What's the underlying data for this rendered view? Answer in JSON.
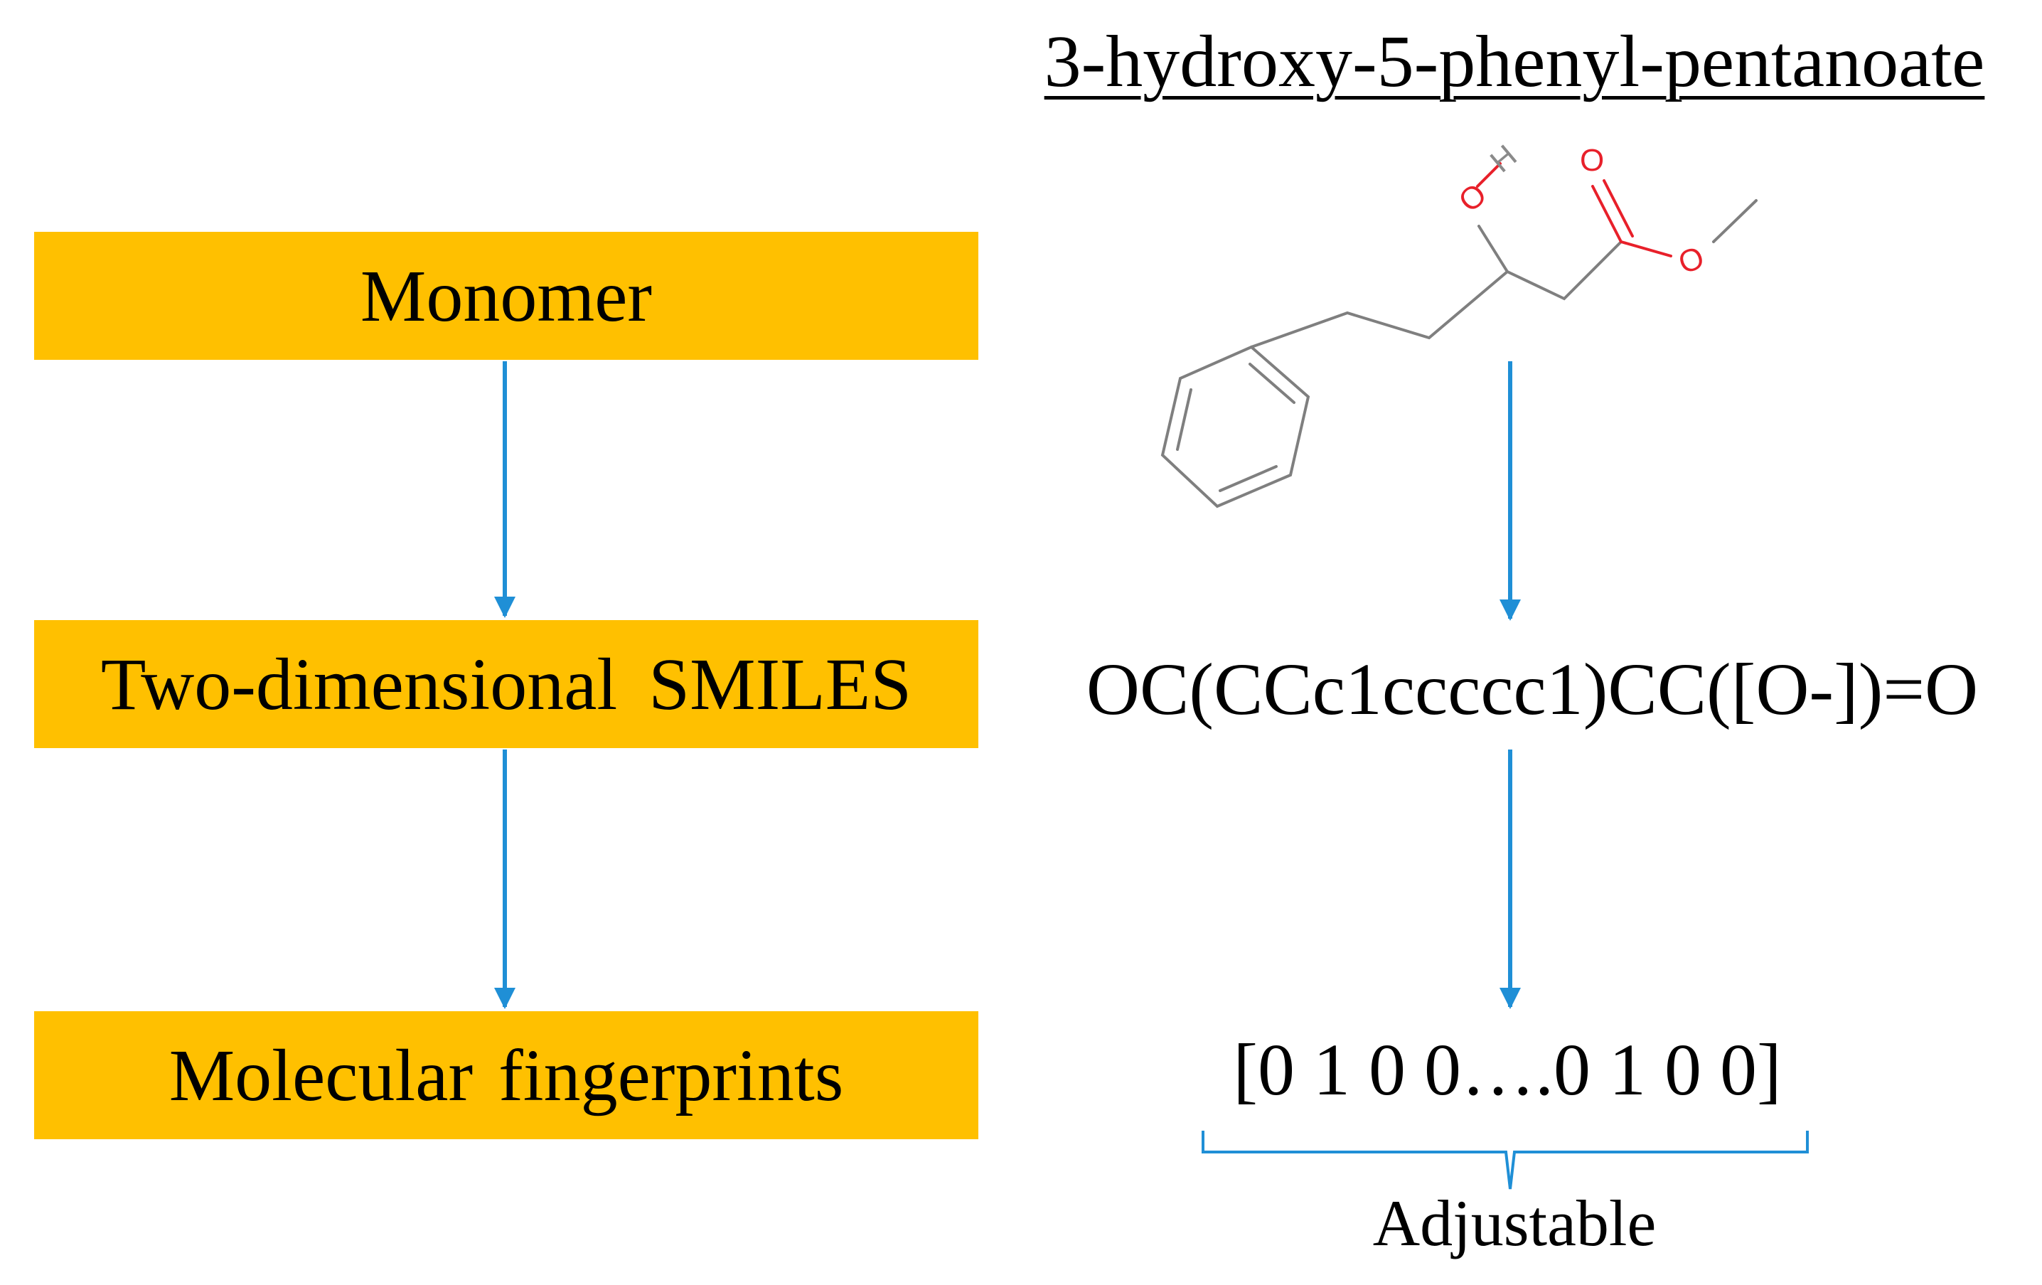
{
  "figure": {
    "compound_name": "3-hydroxy-5-phenyl-pentanoate",
    "steps": [
      {
        "label": "Monomer"
      },
      {
        "label": "Two-dimensional SMILES"
      },
      {
        "label": "Molecular fingerprints"
      }
    ],
    "smiles": "OC(CCc1ccccc1)CC([O-])=O",
    "fingerprint": "[0 1 0 0….0 1 0 0]",
    "brace_label": "Adjustable",
    "molecule_atoms": {
      "hydroxyl_o": "O",
      "hydroxyl_h": "H",
      "carbonyl_o": "O",
      "ester_o": "O"
    }
  },
  "colors": {
    "box_fill": "#FFC000",
    "arrow": "#1F8FD6",
    "bond": "#7F7F7F",
    "oxygen": "#E8202A",
    "hydrogen": "#8A8A8A"
  }
}
